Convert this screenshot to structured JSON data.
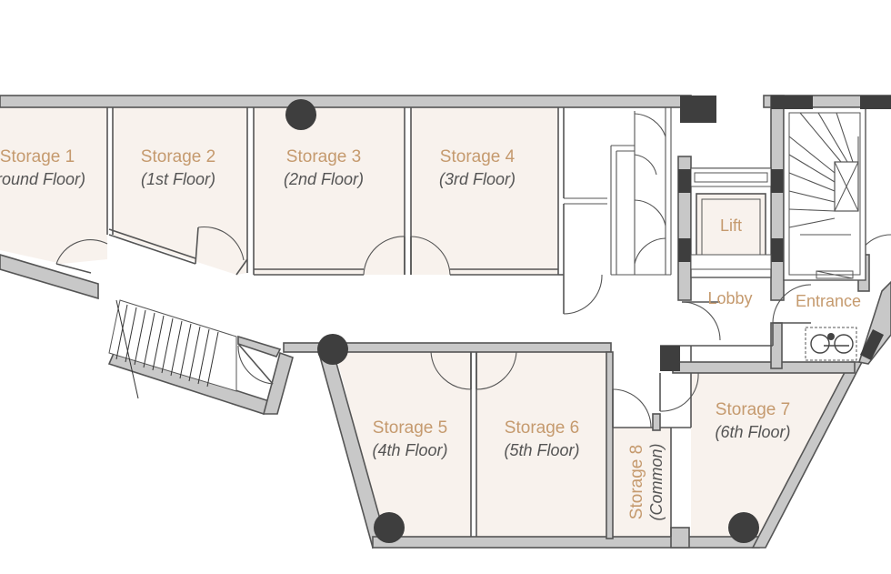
{
  "rooms": [
    {
      "name": "Storage 1",
      "floor": "(Ground Floor)"
    },
    {
      "name": "Storage 2",
      "floor": "(1st Floor)"
    },
    {
      "name": "Storage 3",
      "floor": "(2nd Floor)"
    },
    {
      "name": "Storage 4",
      "floor": "(3rd Floor)"
    },
    {
      "name": "Storage 5",
      "floor": "(4th Floor)"
    },
    {
      "name": "Storage 6",
      "floor": "(5th Floor)"
    },
    {
      "name": "Storage 7",
      "floor": "(6th Floor)"
    },
    {
      "name": "Storage 8",
      "floor": "(Common)"
    }
  ],
  "areas": {
    "lift": "Lift",
    "lobby": "Lobby",
    "entrance": "Entrance"
  },
  "colors": {
    "room_fill": "#f8f2ed",
    "wall_fill": "#c8c8c8",
    "column_fill": "#3e3e3e",
    "label_accent": "#c59a6e",
    "label_secondary": "#555555"
  },
  "icons": [
    "wheelchair-icon",
    "staircase-icon",
    "lift-icon"
  ]
}
